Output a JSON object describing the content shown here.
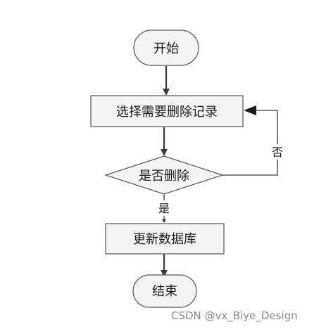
{
  "diagram": {
    "nodes": {
      "start": "开始",
      "select_record": "选择需要删除记录",
      "decision": "是否删除",
      "update_db": "更新数据库",
      "end": "结束"
    },
    "edges": {
      "yes_label": "是",
      "no_label": "否"
    }
  },
  "watermark": "CSDN @vx_Biye_Design",
  "colors": {
    "node_fill": "#f4f4f4",
    "stroke": "#555555",
    "arrow": "#3a3a3a"
  }
}
